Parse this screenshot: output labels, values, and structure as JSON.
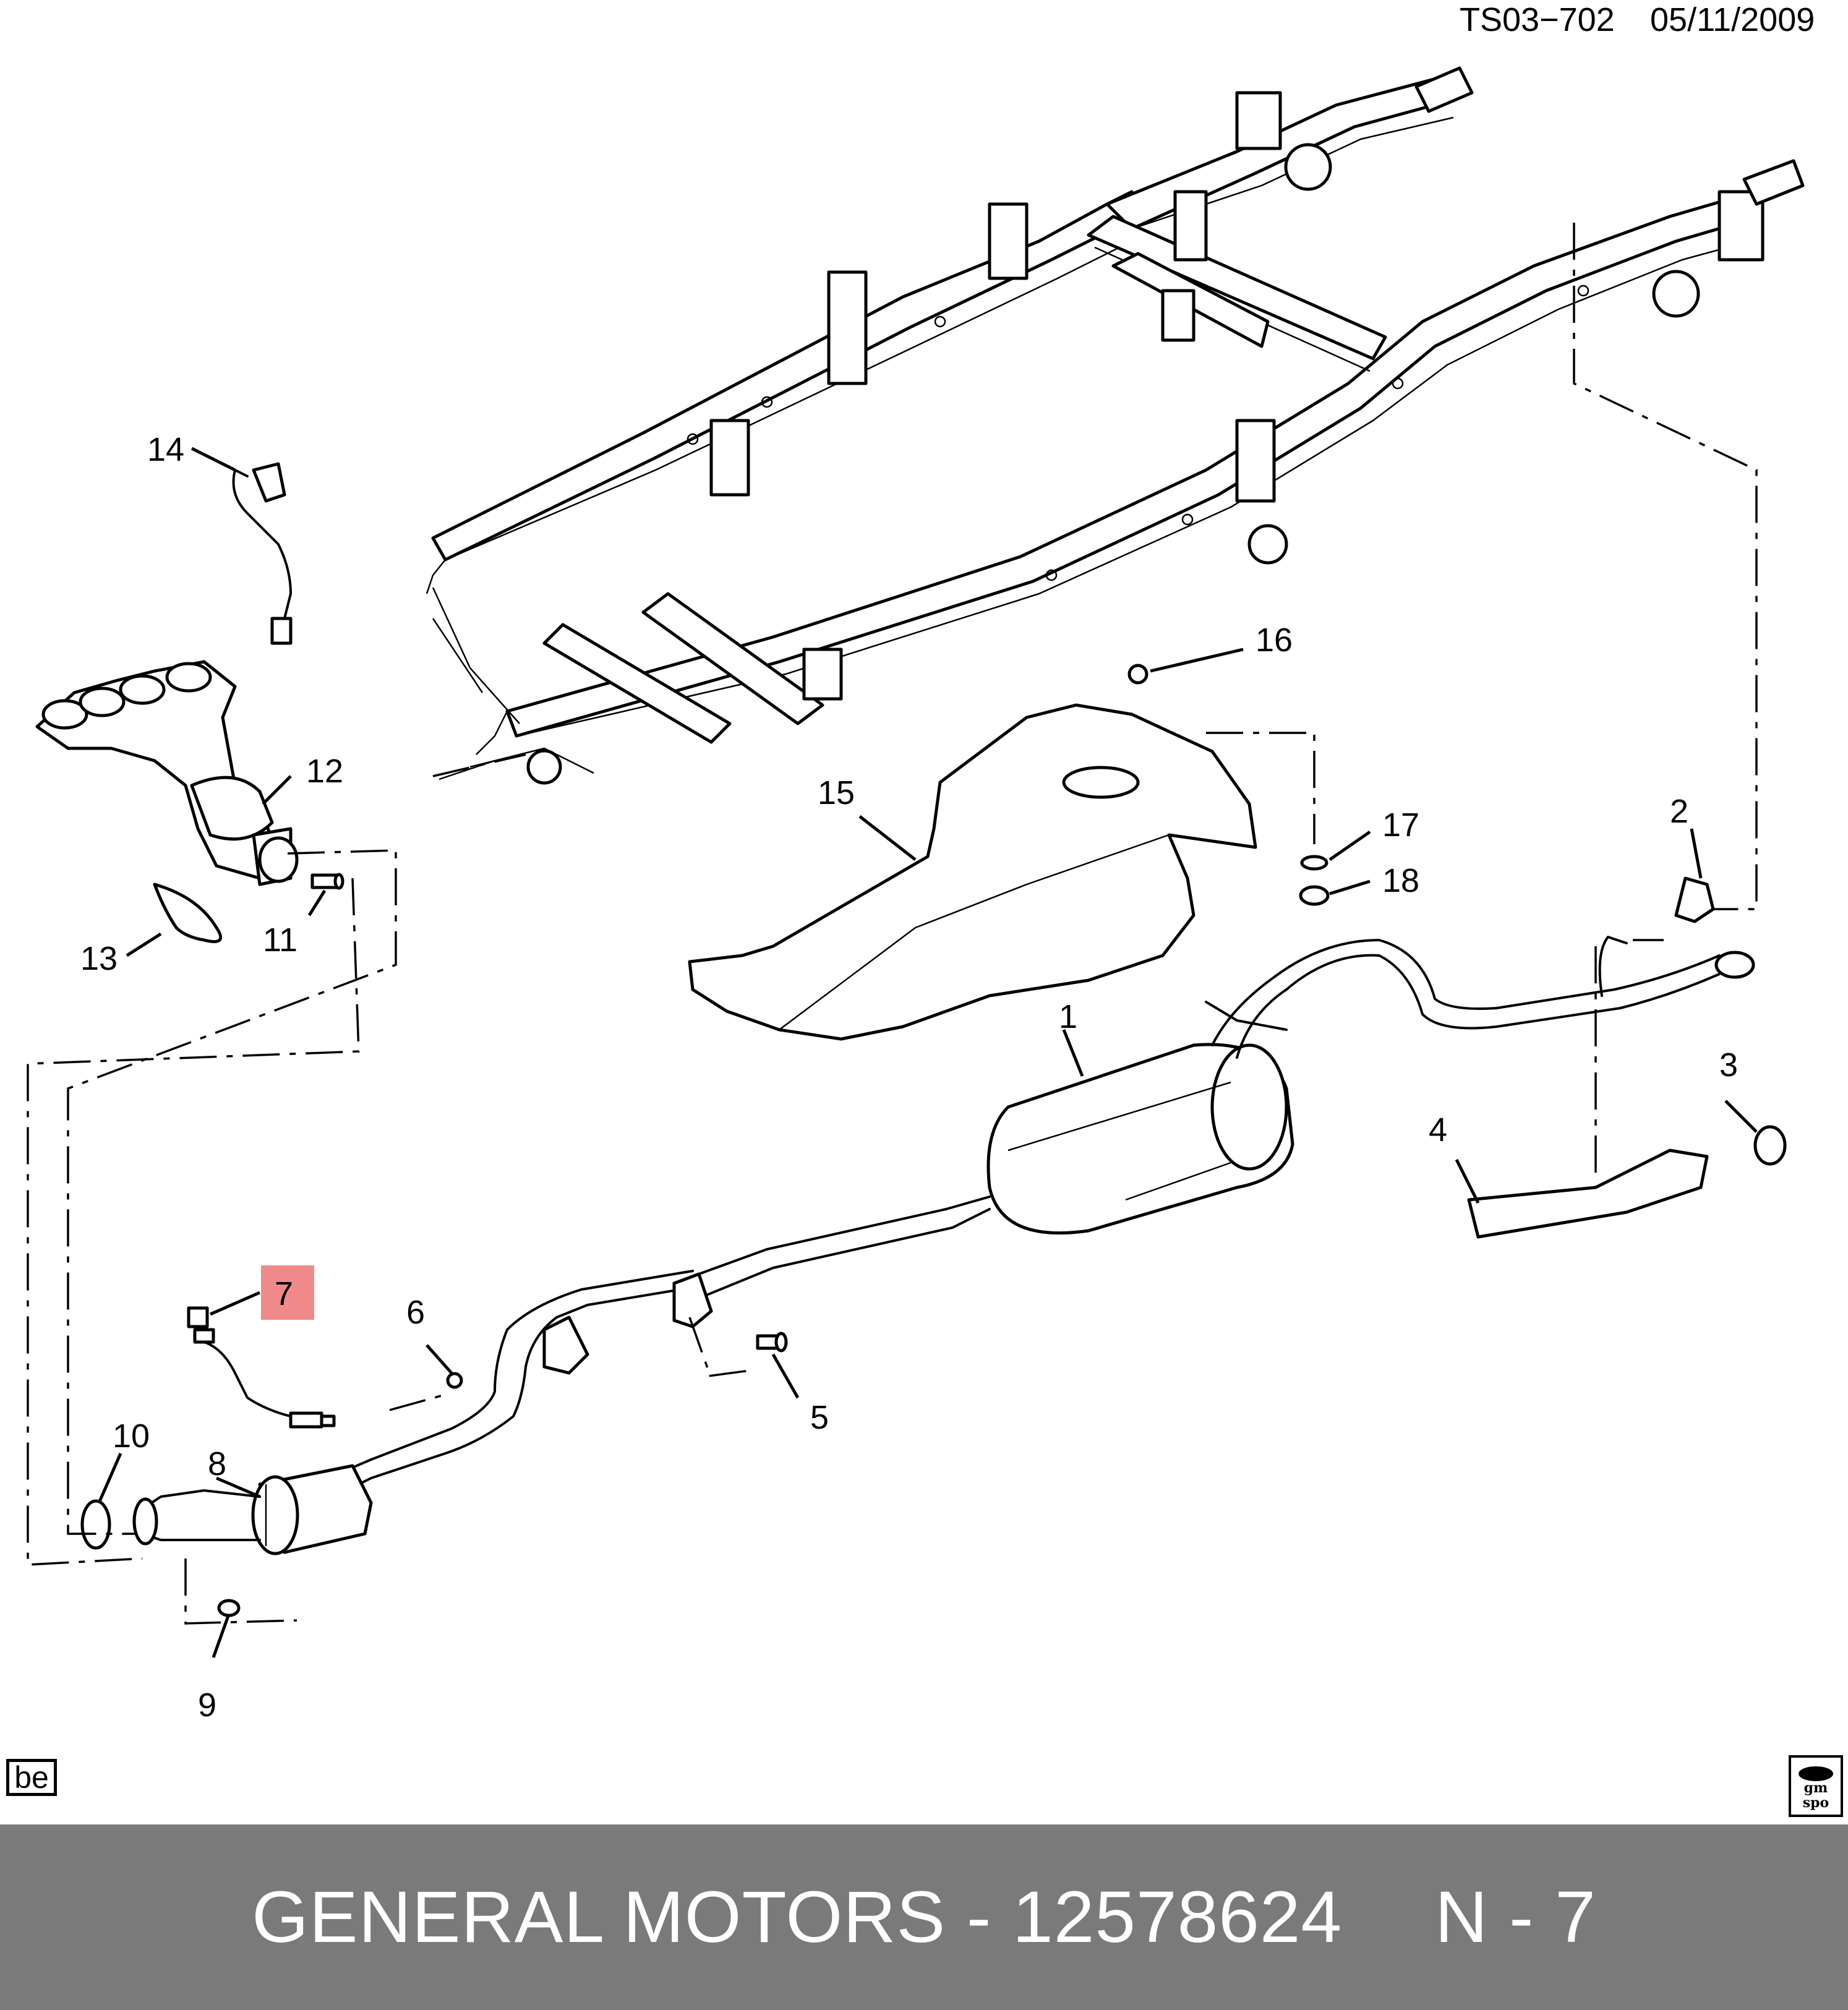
{
  "header": {
    "code": "TS03−702",
    "date": "05/11/2009"
  },
  "callouts": [
    {
      "id": "1",
      "text": "1"
    },
    {
      "id": "2",
      "text": "2"
    },
    {
      "id": "3",
      "text": "3"
    },
    {
      "id": "4",
      "text": "4"
    },
    {
      "id": "5",
      "text": "5"
    },
    {
      "id": "6",
      "text": "6"
    },
    {
      "id": "7",
      "text": "7",
      "highlighted": true
    },
    {
      "id": "8",
      "text": "8"
    },
    {
      "id": "9",
      "text": "9"
    },
    {
      "id": "10",
      "text": "10"
    },
    {
      "id": "11",
      "text": "11"
    },
    {
      "id": "12",
      "text": "12"
    },
    {
      "id": "13",
      "text": "13"
    },
    {
      "id": "14",
      "text": "14"
    },
    {
      "id": "15",
      "text": "15"
    },
    {
      "id": "16",
      "text": "16"
    },
    {
      "id": "17",
      "text": "17"
    },
    {
      "id": "18",
      "text": "18"
    }
  ],
  "highlight_color": "#f08a8a",
  "logos": {
    "left": "be",
    "right_top": "gm",
    "right_bottom": "spo"
  },
  "footer": {
    "brand": "GENERAL MOTORS",
    "separator1": "-",
    "part_number": "12578624",
    "ref_letter": "N",
    "separator2": "-",
    "ref_number": "7"
  },
  "footer_color": "#7a7a7a"
}
